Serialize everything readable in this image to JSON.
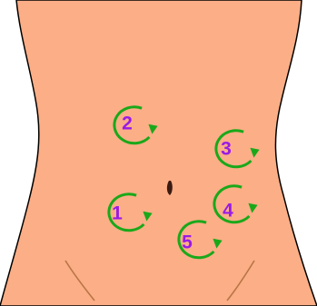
{
  "colors": {
    "skin": "#FCAE86",
    "outline": "#000000",
    "arrow": "#1AA81A",
    "number": "#9A1AE6",
    "groin_line": "#B87545",
    "navel": "#3A1A12"
  },
  "markers": [
    {
      "label": "1",
      "icon": "clockwise-circular-arrow-icon"
    },
    {
      "label": "2",
      "icon": "clockwise-circular-arrow-icon"
    },
    {
      "label": "3",
      "icon": "clockwise-circular-arrow-icon"
    },
    {
      "label": "4",
      "icon": "clockwise-circular-arrow-icon"
    },
    {
      "label": "5",
      "icon": "clockwise-circular-arrow-icon"
    }
  ]
}
